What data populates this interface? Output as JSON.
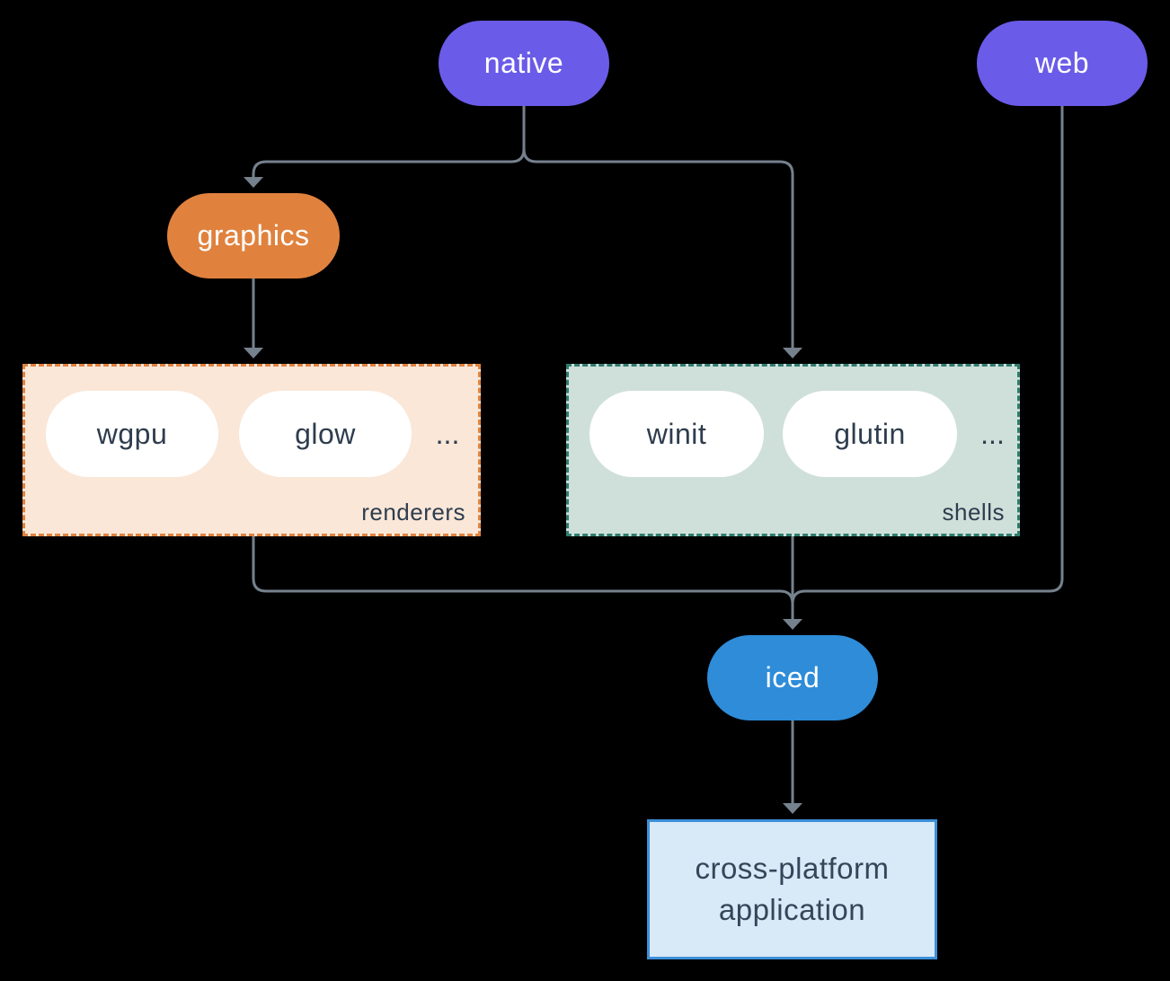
{
  "diagram": {
    "colors": {
      "background": "#000000",
      "connector": "#75818D",
      "platform_pill": "#6A5BE8",
      "graphics_pill": "#E0823E",
      "iced_pill": "#2E8CD9",
      "white_pill": "#FFFFFF",
      "renderers_fill": "#FAE7D8",
      "renderers_border": "#E0823E",
      "shells_fill": "#CFE0DA",
      "shells_border": "#2F7D6E",
      "app_fill": "#D8E9F8",
      "app_border": "#3D8FD8",
      "dark_text": "#2E3D4E",
      "light_text": "#FFFFFF"
    },
    "nodes": {
      "native": {
        "label": "native"
      },
      "web": {
        "label": "web"
      },
      "graphics": {
        "label": "graphics"
      },
      "iced": {
        "label": "iced"
      }
    },
    "groups": {
      "renderers": {
        "label": "renderers",
        "items": [
          "wgpu",
          "glow"
        ],
        "ellipsis": "..."
      },
      "shells": {
        "label": "shells",
        "items": [
          "winit",
          "glutin"
        ],
        "ellipsis": "..."
      }
    },
    "app": {
      "lines": [
        "cross-platform",
        "application"
      ]
    }
  }
}
